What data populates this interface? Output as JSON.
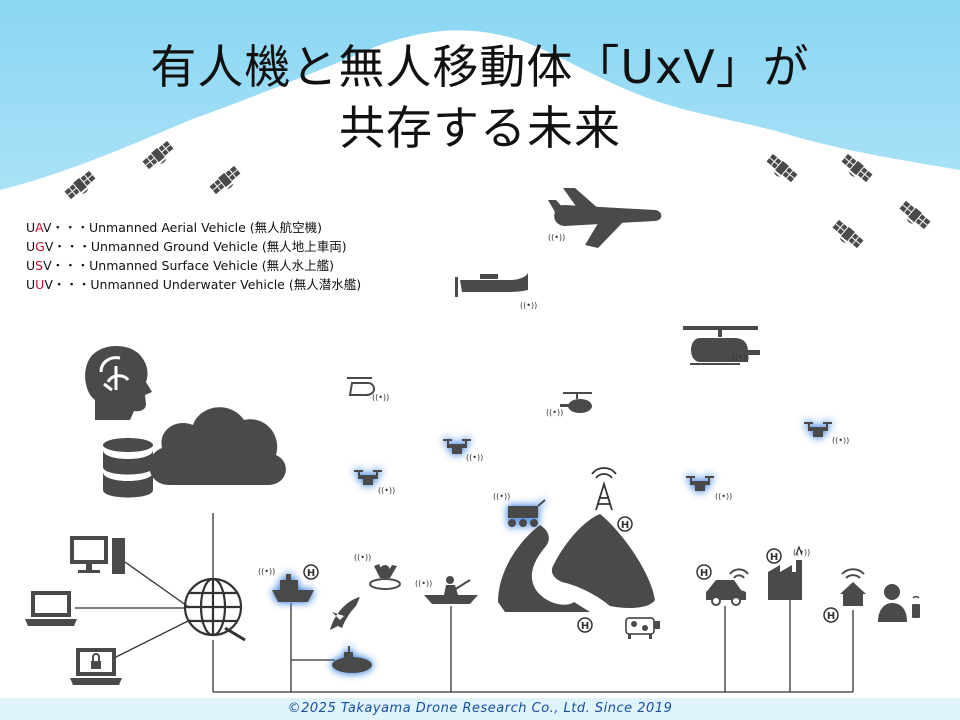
{
  "title": {
    "line1": "有人機と無人移動体「UxV」が",
    "line2": "共存する未来"
  },
  "legend": [
    {
      "prefix": "U",
      "letter": "A",
      "suffix": "V",
      "text": "・・・Unmanned Aerial Vehicle (無人航空機)"
    },
    {
      "prefix": "U",
      "letter": "G",
      "suffix": "V",
      "text": "・・・Unmanned Ground Vehicle (無人地上車両)"
    },
    {
      "prefix": "U",
      "letter": "S",
      "suffix": "V",
      "text": "・・・Unmanned Surface Vehicle (無人水上艦)"
    },
    {
      "prefix": "U",
      "letter": "U",
      "suffix": "V",
      "text": "・・・Unmanned Underwater Vehicle (無人潜水艦)"
    }
  ],
  "signal_label": "((•))",
  "helipad_label": "H",
  "footer": "©2025  Takayama Drone Research Co., Ltd. Since 2019",
  "colors": {
    "sky": "#7fd3f2",
    "icon": "#4a4a4a",
    "highlight": "#c8102e",
    "glow": "#3a7fe0",
    "footer_text": "#1b4f9c"
  },
  "icons": [
    "satellite-icon",
    "airplane-icon",
    "prop-plane-icon",
    "helicopter-icon",
    "small-helicopter-icon",
    "drone-icon",
    "brain-head-icon",
    "cloud-icon",
    "database-icon",
    "desktop-icon",
    "laptop-icon",
    "locked-laptop-icon",
    "globe-icon",
    "ship-icon",
    "shark-icon",
    "swimmer-icon",
    "rowboat-icon",
    "submarine-icon",
    "rover-icon",
    "antenna-tower-icon",
    "mountain-river-icon",
    "cow-icon",
    "car-icon",
    "factory-icon",
    "house-icon",
    "person-phone-icon"
  ]
}
